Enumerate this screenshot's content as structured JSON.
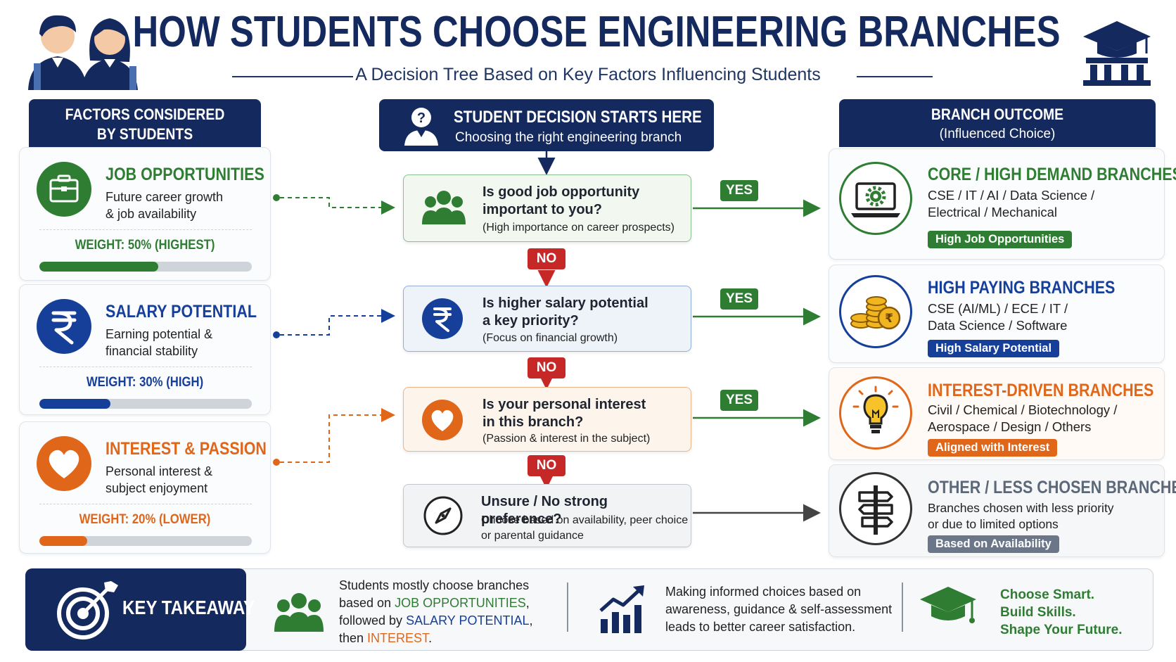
{
  "header": {
    "title": "HOW STUDENTS CHOOSE ENGINEERING BRANCHES",
    "subtitle": "A Decision Tree Based on Key Factors Influencing Students"
  },
  "factors_header": {
    "line1": "FACTORS CONSIDERED",
    "line2": "BY STUDENTS"
  },
  "decision_header": {
    "title": "STUDENT DECISION STARTS HERE",
    "subtitle": "Choosing the right engineering branch"
  },
  "outcome_header": {
    "title": "BRANCH OUTCOME",
    "subtitle": "(Influenced Choice)"
  },
  "factors": [
    {
      "title": "JOB OPPORTUNITIES",
      "desc1": "Future career growth",
      "desc2": "& job availability",
      "weight": "WEIGHT: 50% (HIGHEST)",
      "weight_value": 0.5,
      "color": "#2e7d32"
    },
    {
      "title": "SALARY POTENTIAL",
      "desc1": "Earning potential &",
      "desc2": "financial stability",
      "weight": "WEIGHT: 30% (HIGH)",
      "weight_value": 0.3,
      "color": "#163f9a"
    },
    {
      "title": "INTEREST & PASSION",
      "desc1": "Personal interest &",
      "desc2": "subject enjoyment",
      "weight": "WEIGHT: 20% (LOWER)",
      "weight_value": 0.2,
      "color": "#e0661a"
    }
  ],
  "decisions": [
    {
      "q1": "Is good job opportunity",
      "q2": "important to you?",
      "note": "(High importance on career prospects)",
      "icon": "group-icon"
    },
    {
      "q1": "Is higher salary potential",
      "q2": "a key priority?",
      "note": "(Focus on financial growth)",
      "icon": "rupee-icon"
    },
    {
      "q1": "Is your personal interest",
      "q2": "in this branch?",
      "note": "(Passion & interest in the subject)",
      "icon": "heart-icon"
    },
    {
      "q1": "Unsure / No strong preference?",
      "n1": "Choose based on availability, peer choice",
      "n2": "or parental guidance",
      "icon": "compass-icon"
    }
  ],
  "labels": {
    "yes": "YES",
    "no": "NO"
  },
  "outcomes": [
    {
      "title": "CORE / HIGH DEMAND BRANCHES",
      "d1": "CSE / IT / AI / Data Science /",
      "d2": "Electrical / Mechanical",
      "tag": "High Job Opportunities",
      "color": "#2e7d32",
      "icon": "laptop-gear-icon"
    },
    {
      "title": "HIGH PAYING BRANCHES",
      "d1": "CSE (AI/ML) / ECE / IT /",
      "d2": "Data Science / Software",
      "tag": "High Salary Potential",
      "color": "#163f9a",
      "icon": "coins-icon"
    },
    {
      "title": "INTEREST-DRIVEN BRANCHES",
      "d1": "Civil / Chemical / Biotechnology /",
      "d2": "Aerospace / Design / Others",
      "tag": "Aligned with Interest",
      "color": "#e0661a",
      "icon": "lightbulb-icon"
    },
    {
      "title": "OTHER / LESS CHOSEN BRANCHES",
      "d1": "Branches chosen with less priority",
      "d2": "or due to limited options",
      "tag": "Based on Availability",
      "color": "#5c6878",
      "icon": "signpost-icon"
    }
  ],
  "takeaway": {
    "label": "KEY TAKEAWAY",
    "t1_a": "Students mostly choose branches",
    "t1_b": "based on ",
    "t1_job": "JOB OPPORTUNITIES",
    "t1_c": ",",
    "t1_d": "followed by ",
    "t1_salary": "SALARY POTENTIAL",
    "t1_e": ",",
    "t1_f": "then ",
    "t1_interest": "INTEREST",
    "t1_g": ".",
    "t2_a": "Making informed choices based on",
    "t2_b": "awareness, guidance & self-assessment",
    "t2_c": "leads to better career satisfaction.",
    "t3_a": "Choose Smart.",
    "t3_b": "Build Skills.",
    "t3_c": "Shape Your Future."
  }
}
